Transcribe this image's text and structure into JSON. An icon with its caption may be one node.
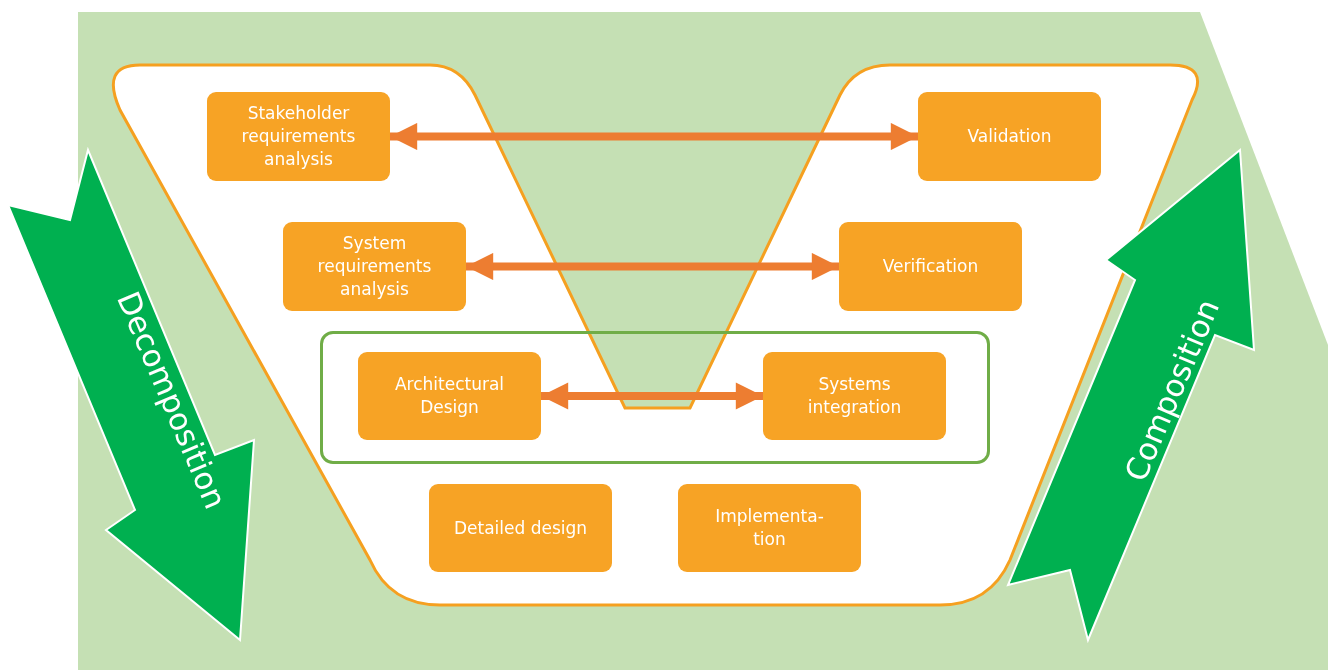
{
  "diagram": {
    "nodes": [
      {
        "text": [
          "Stakeholder requirements analysis"
        ]
      },
      {
        "text": [
          "Validation"
        ]
      },
      {
        "text": [
          "System requirements analysis"
        ]
      },
      {
        "text": [
          "Verification"
        ]
      },
      {
        "text": [],
        "shape": "box"
      },
      {
        "text": [
          "Architectural Design"
        ],
        "in": 4
      },
      {
        "text": [
          "Systems integration"
        ],
        "in": 4
      },
      {
        "text": [
          "Detailed design"
        ]
      },
      {
        "text": [
          "Implementa-tion"
        ]
      },
      {
        "text": [
          "Decomposition"
        ]
      },
      {
        "text": [
          "Composition"
        ]
      }
    ],
    "edges": [
      {
        "from": 0,
        "to": 1,
        "arrow": "both"
      },
      {
        "from": 2,
        "to": 3,
        "arrow": "both"
      },
      {
        "from": 5,
        "to": 6,
        "arrow": "both"
      }
    ]
  }
}
